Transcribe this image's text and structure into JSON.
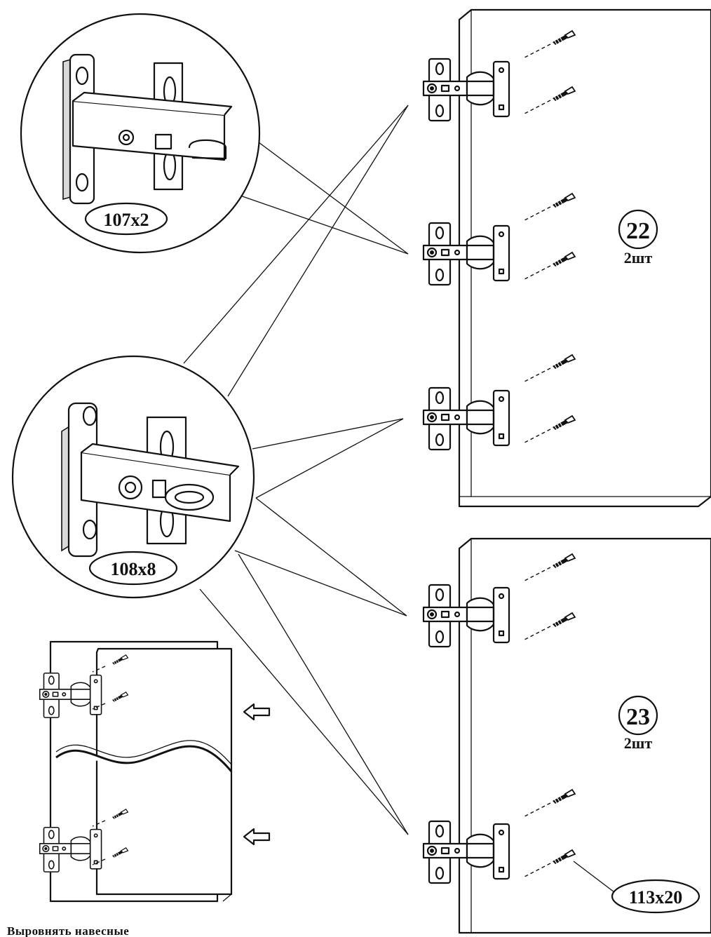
{
  "labels": {
    "hinge_small": "107x2",
    "hinge_large": "108x8",
    "panel_top_number": "22",
    "panel_top_qty": "2шт",
    "panel_bottom_number": "23",
    "panel_bottom_qty": "2шт",
    "screw": "113x20"
  },
  "caption": "Выровнять навесные"
}
